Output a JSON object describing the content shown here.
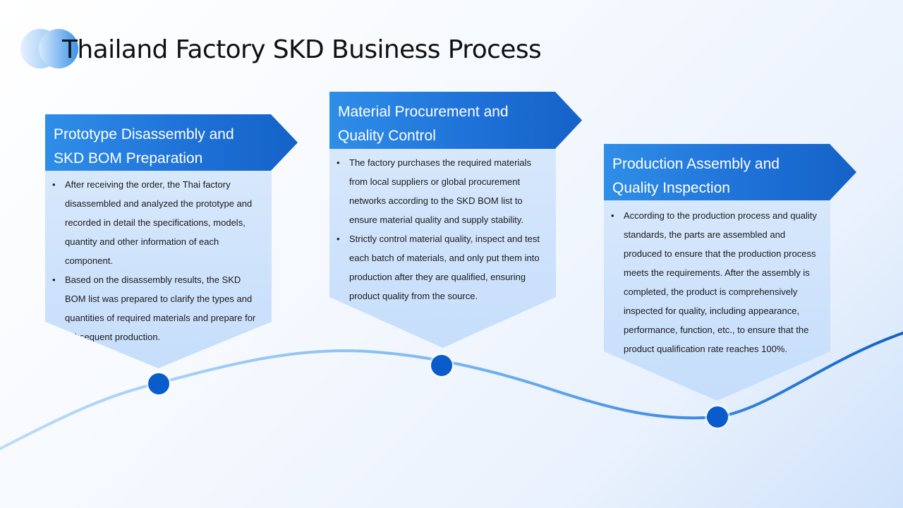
{
  "page": {
    "title": "Thailand Factory SKD Business Process"
  },
  "colors": {
    "accent": "#1f72d8",
    "accent_dark": "#0a5ccc",
    "panel_fill": "#cfe2fb",
    "curve_light": "#a9d0f7",
    "curve_dark": "#1567c9"
  },
  "steps": [
    {
      "title_line1": "Prototype Disassembly and",
      "title_line2": "SKD BOM Preparation",
      "bullets": [
        "After receiving the order, the Thai factory disassembled and analyzed the prototype and recorded in detail the specifications, models, quantity and other information of each component.",
        "Based on the disassembly results, the SKD BOM list was prepared to clarify the types and quantities of required materials and prepare for subsequent production."
      ]
    },
    {
      "title_line1": "Material Procurement and",
      "title_line2": "Quality Control",
      "bullets": [
        "The factory purchases the required materials from local suppliers or global procurement networks according to the SKD BOM list to ensure material quality and supply stability.",
        "Strictly control material quality, inspect and test each batch of materials, and only put them into production after they are qualified, ensuring product quality from the source."
      ]
    },
    {
      "title_line1": "Production Assembly and",
      "title_line2": "Quality Inspection",
      "bullets": [
        "According to the production process and quality standards, the parts are assembled and produced to ensure that the production process meets the requirements. After the assembly is completed, the product is comprehensively inspected for quality, including appearance, performance, function, etc., to ensure that the product qualification rate reaches 100%."
      ]
    }
  ]
}
